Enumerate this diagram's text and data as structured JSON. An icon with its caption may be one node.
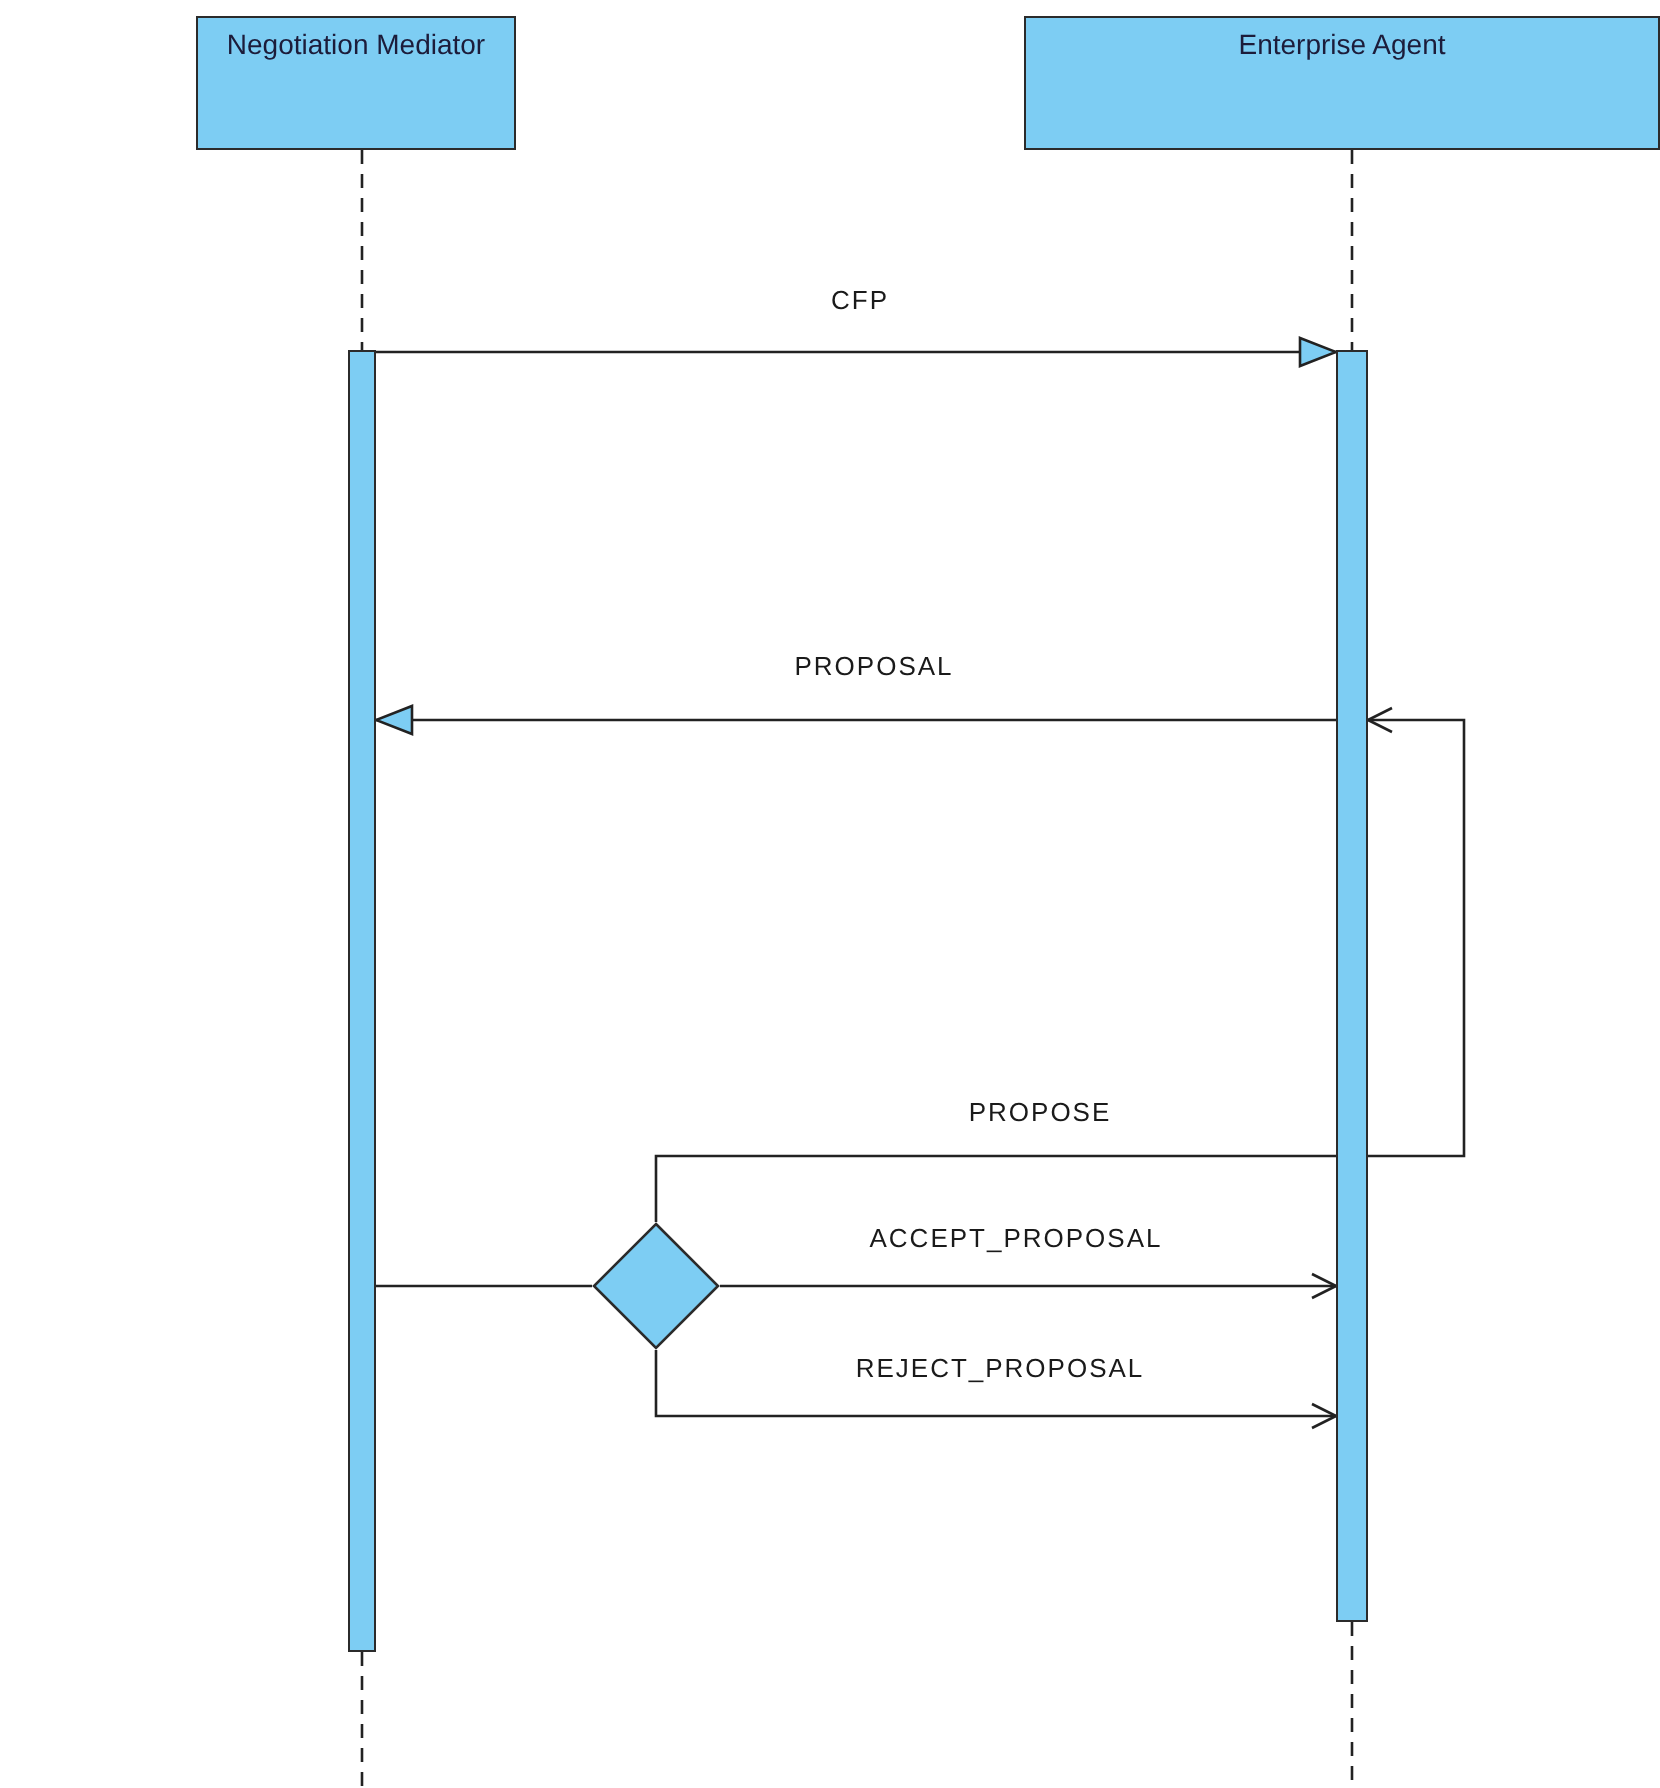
{
  "diagram": {
    "nodes": [
      {
        "text": [
          "Negotiation Mediator"
        ]
      },
      {
        "text": [
          "Enterprise Agent"
        ]
      },
      {
        "text": [],
        "shape": "bar"
      },
      {
        "text": [],
        "shape": "bar"
      },
      {
        "text": [],
        "shape": "diamond"
      }
    ],
    "edges": [
      {
        "from": 0,
        "to": 2,
        "arrow": "none",
        "style": "dashed"
      },
      {
        "from": 1,
        "to": 3,
        "arrow": "none",
        "style": "dashed"
      },
      {
        "from": 2,
        "to": 3,
        "arrow": "to",
        "label": "CFP"
      },
      {
        "from": 3,
        "to": 2,
        "arrow": "to",
        "label": "PROPOSAL"
      },
      {
        "from": 4,
        "to": 3,
        "arrow": "to",
        "label": "PROPOSE"
      },
      {
        "from": 2,
        "to": 4,
        "arrow": "none"
      },
      {
        "from": 4,
        "to": 3,
        "arrow": "to",
        "label": "ACCEPT_PROPOSAL"
      },
      {
        "from": 4,
        "to": 3,
        "arrow": "to",
        "label": "REJECT_PROPOSAL"
      }
    ]
  }
}
